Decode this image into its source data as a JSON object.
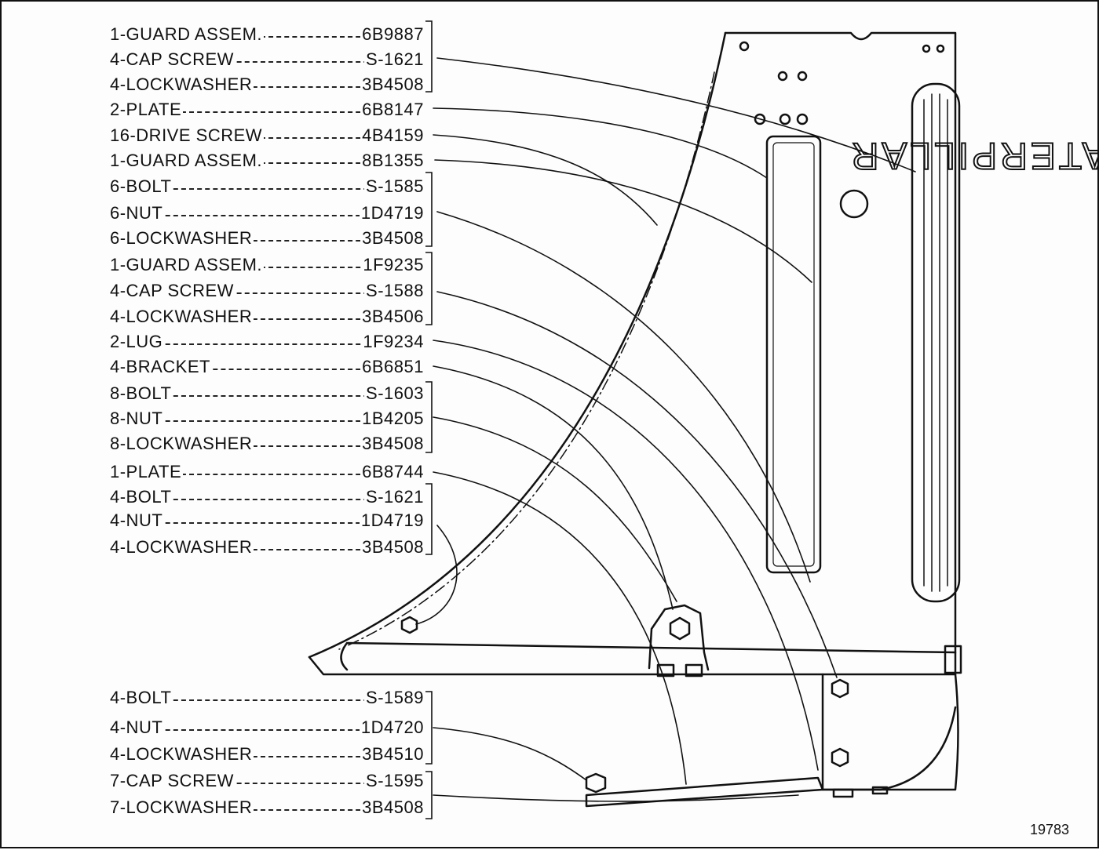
{
  "figure_number": "19783",
  "nameplate_text": "CATERPILLAR",
  "parts": [
    {
      "desc": "1-GUARD ASSEM.",
      "num": "6B9887"
    },
    {
      "desc": "4-CAP SCREW",
      "num": "S-1621"
    },
    {
      "desc": "4-LOCKWASHER",
      "num": "3B4508"
    },
    {
      "desc": "2-PLATE",
      "num": "6B8147"
    },
    {
      "desc": "16-DRIVE SCREW",
      "num": "4B4159"
    },
    {
      "desc": "1-GUARD ASSEM.",
      "num": "8B1355"
    },
    {
      "desc": "6-BOLT",
      "num": "S-1585"
    },
    {
      "desc": "6-NUT",
      "num": "1D4719"
    },
    {
      "desc": "6-LOCKWASHER",
      "num": "3B4508"
    },
    {
      "desc": "1-GUARD ASSEM.",
      "num": "1F9235"
    },
    {
      "desc": "4-CAP SCREW",
      "num": "S-1588"
    },
    {
      "desc": "4-LOCKWASHER",
      "num": "3B4506"
    },
    {
      "desc": "2-LUG",
      "num": "1F9234"
    },
    {
      "desc": "4-BRACKET",
      "num": "6B6851"
    },
    {
      "desc": "8-BOLT",
      "num": "S-1603"
    },
    {
      "desc": "8-NUT",
      "num": "1B4205"
    },
    {
      "desc": "8-LOCKWASHER",
      "num": "3B4508"
    },
    {
      "desc": "1-PLATE",
      "num": "6B8744"
    },
    {
      "desc": "4-BOLT",
      "num": "S-1621"
    },
    {
      "desc": "4-NUT",
      "num": "1D4719"
    },
    {
      "desc": "4-LOCKWASHER",
      "num": "3B4508"
    },
    {
      "desc": "4-BOLT",
      "num": "S-1589"
    },
    {
      "desc": "4-NUT",
      "num": "1D4720"
    },
    {
      "desc": "4-LOCKWASHER",
      "num": "3B4510"
    },
    {
      "desc": "7-CAP SCREW",
      "num": "S-1595"
    },
    {
      "desc": "7-LOCKWASHER",
      "num": "3B4508"
    }
  ]
}
